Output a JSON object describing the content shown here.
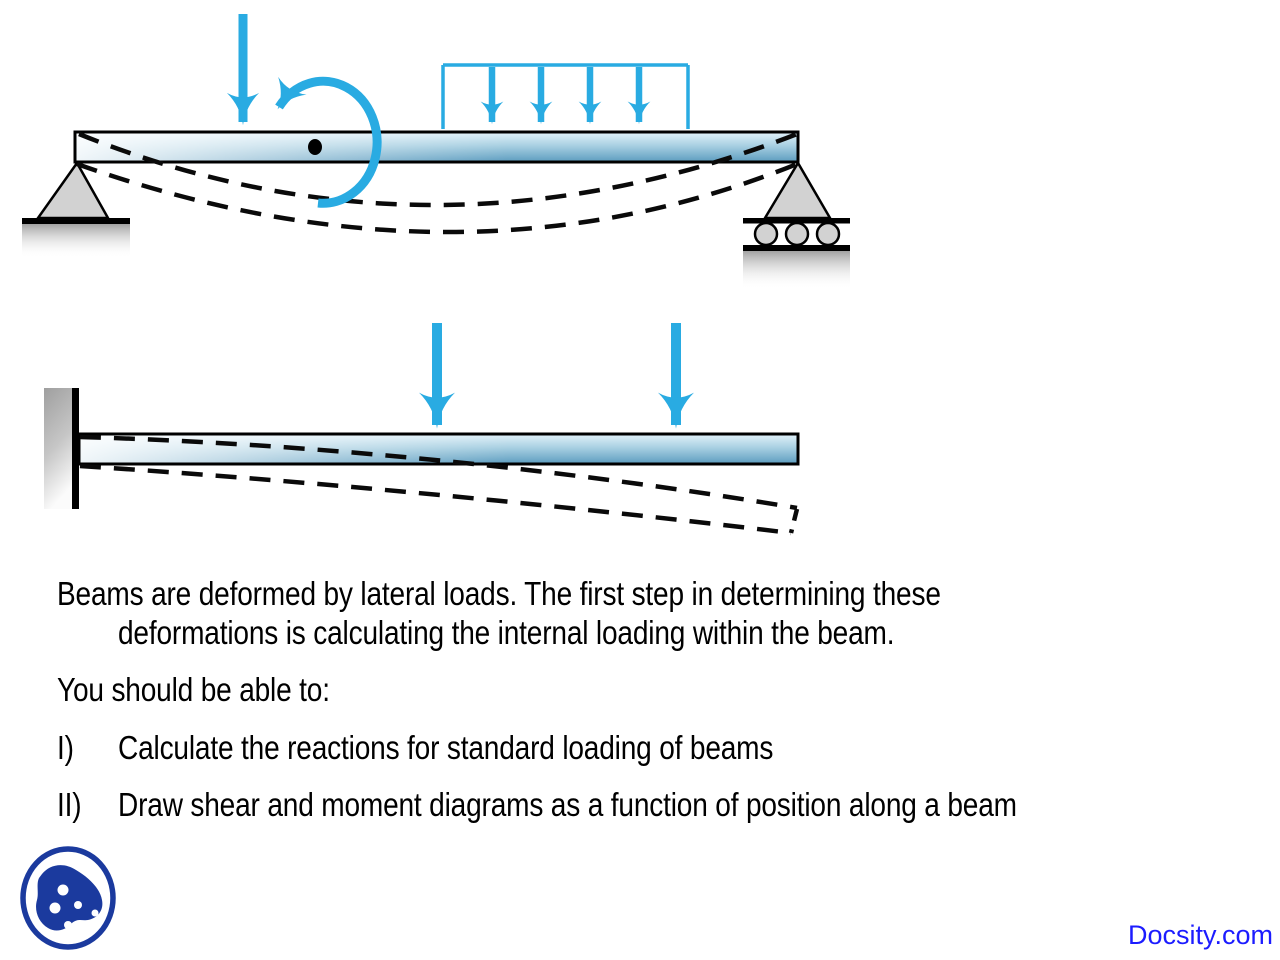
{
  "slide": {
    "body_text": {
      "line1": "Beams are deformed by lateral loads.  The first step in determining these",
      "line2": "deformations is calculating the internal loading within the beam.",
      "lead_in": "You should be able to:",
      "items": [
        {
          "numeral": "I)",
          "text": "Calculate the reactions for standard loading of beams"
        },
        {
          "numeral": "II)",
          "text": "Draw shear and moment diagrams as a function of position along a beam"
        }
      ]
    },
    "watermark": {
      "text": "Docsity.com",
      "color": "#1c1cff"
    },
    "figures": [
      {
        "name": "simply-supported-beam",
        "elements": [
          "point-load-arrow",
          "applied-moment-arrow",
          "distributed-load-arrows",
          "pin-support",
          "roller-support",
          "deflected-shape-dashed"
        ]
      },
      {
        "name": "cantilever-beam",
        "elements": [
          "fixed-wall-support",
          "point-load-arrow",
          "point-load-arrow",
          "deflected-shape-dashed"
        ]
      }
    ],
    "colors": {
      "load_arrow": "#29ABE2",
      "beam_fill_light": "#d9edf6",
      "beam_fill_dark": "#5c9cbf",
      "support_gray": "#d2d2d2",
      "logo_navy": "#1b3a9e",
      "watermark_blue": "#1c1cff"
    }
  }
}
